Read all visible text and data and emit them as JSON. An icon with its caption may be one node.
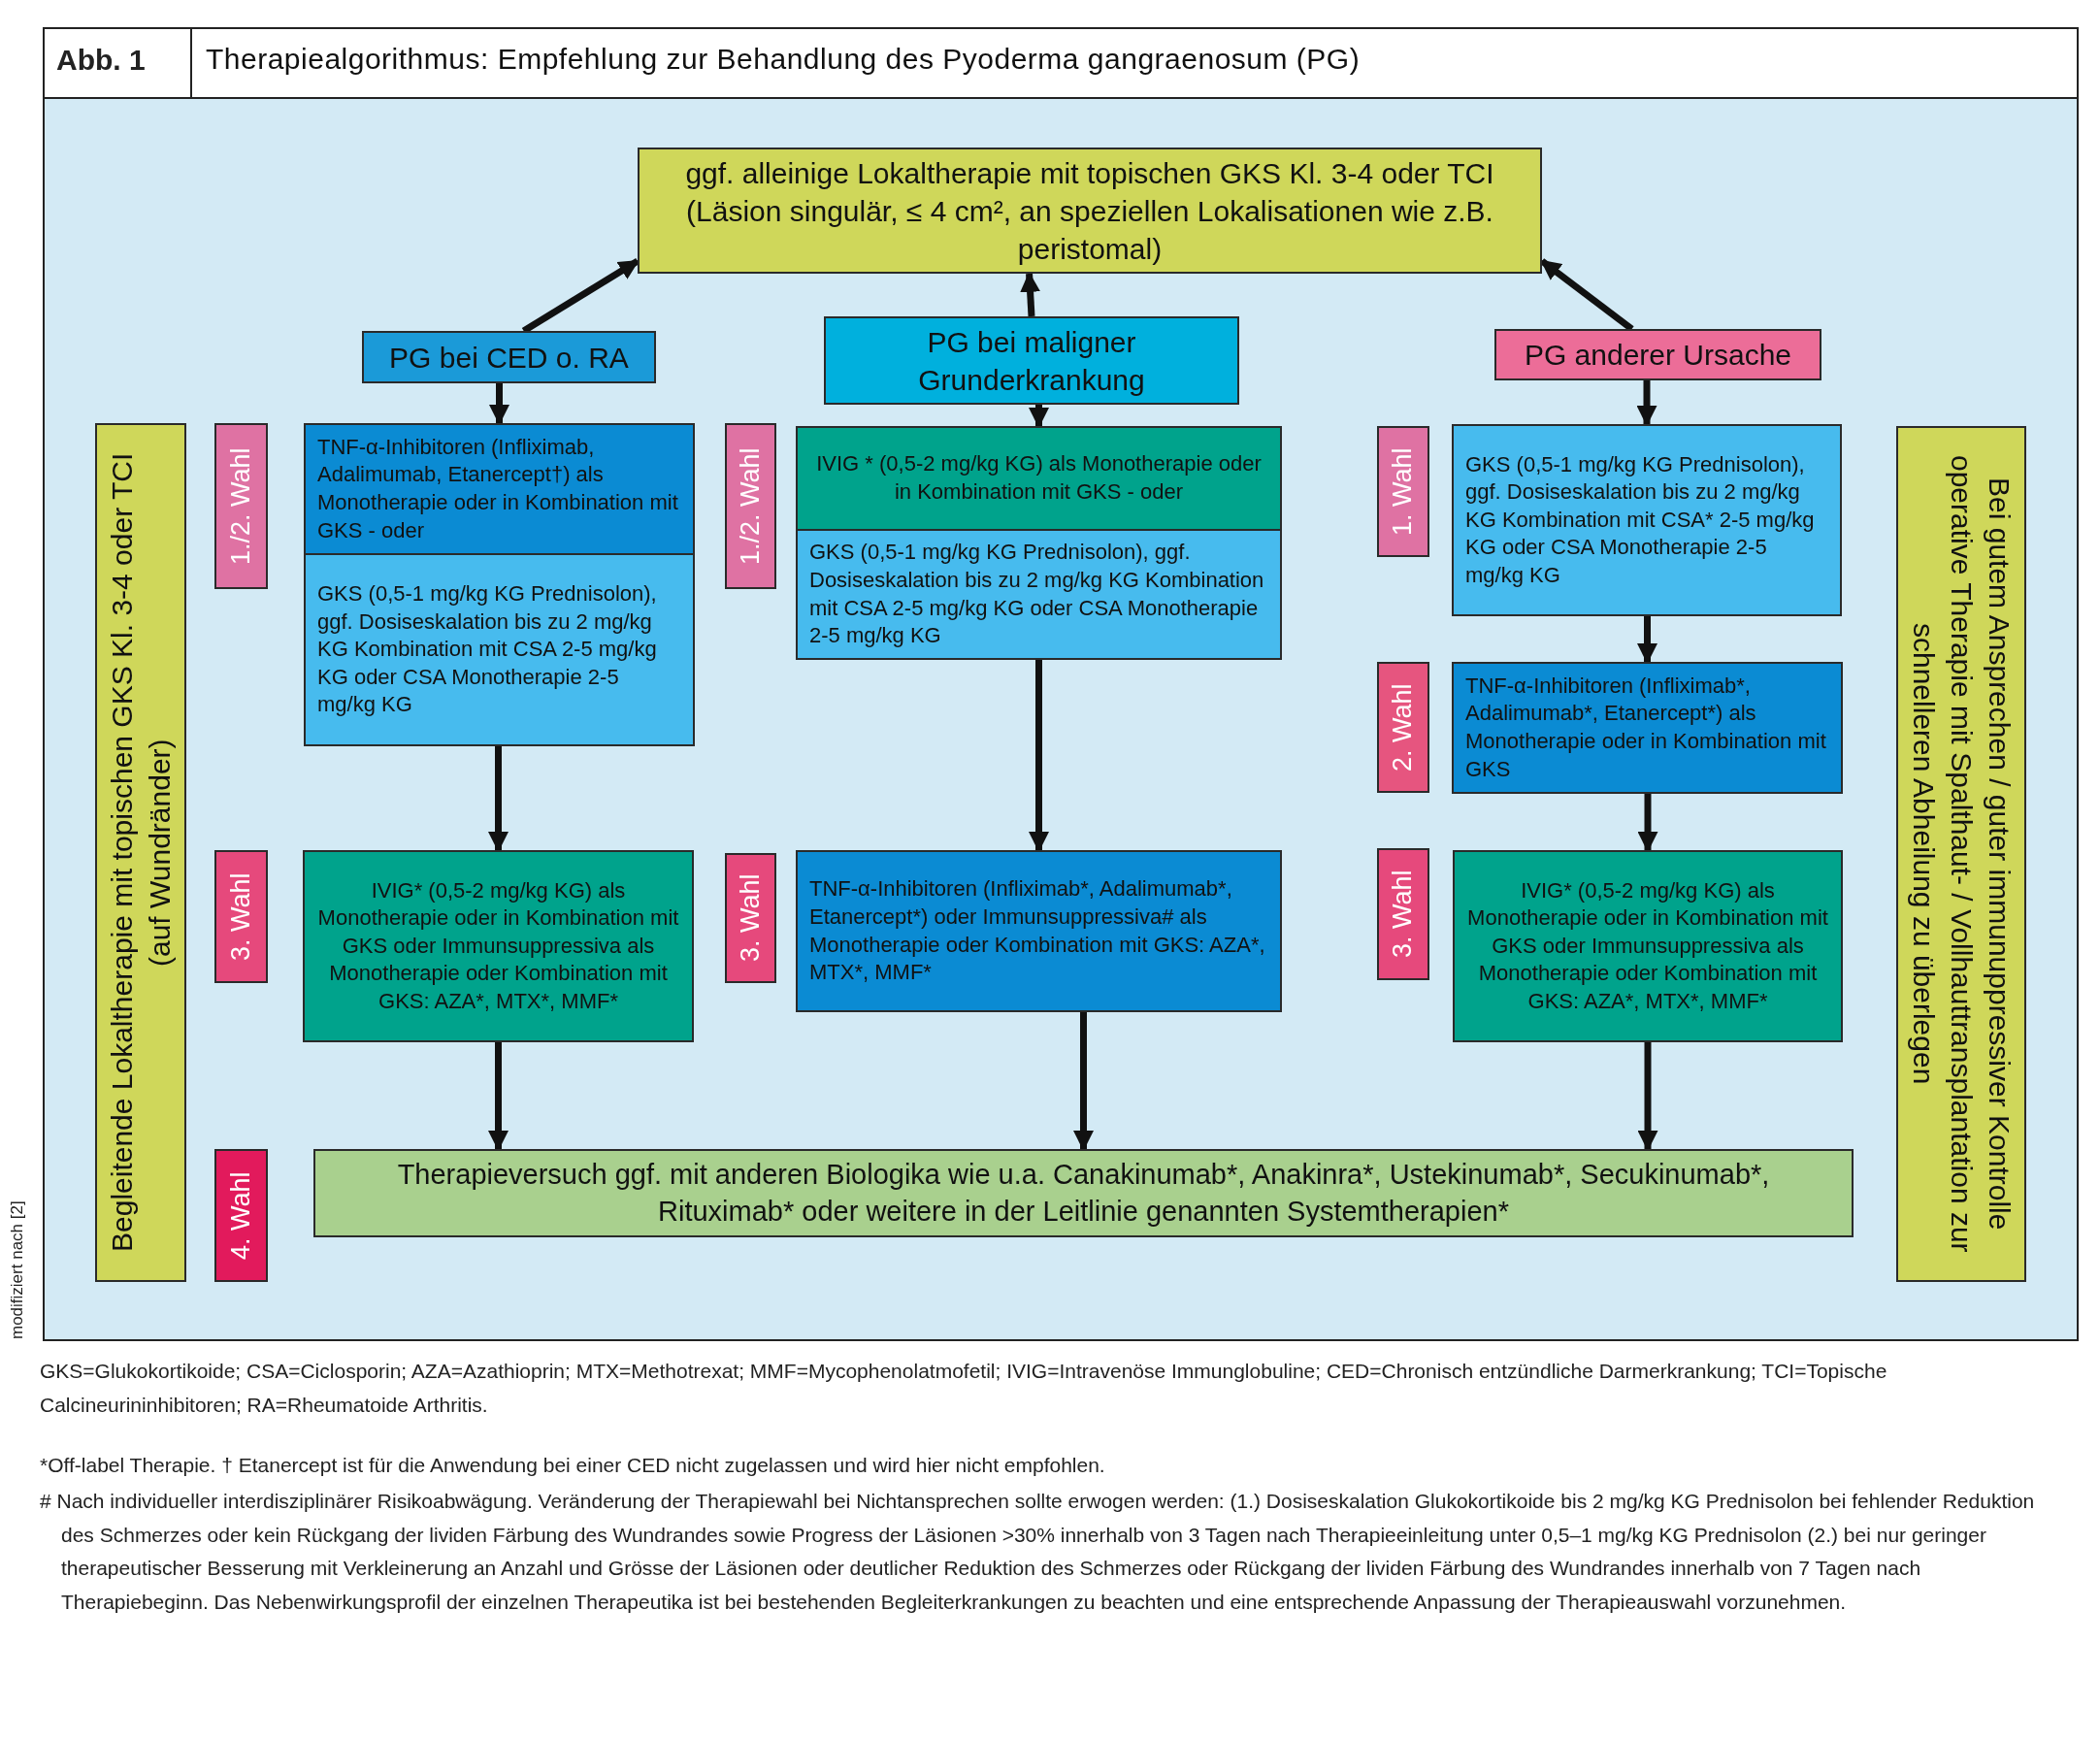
{
  "diagram": {
    "title": "Therapiealgorithmus: Empfehlung zur Behandlung des Pyoderma gangraenosum (PG)",
    "nodes": [
      {
        "text": [
          "ggf. alleinige Lokaltherapie mit topischen GKS Kl. 3-4 oder TCI (Läsion singulär, ≤ 4 cm², an speziellen Lokalisationen wie z.B. peristomal)"
        ]
      },
      {
        "text": [
          "PG bei CED o. RA"
        ]
      },
      {
        "text": [
          "PG bei maligner Grunderkrankung"
        ]
      },
      {
        "text": [
          "PG anderer Ursache"
        ]
      },
      {
        "text": [
          "Begleitende Lokaltherapie mit topischen GKS Kl. 3-4 oder TCI (auf Wundränder)"
        ]
      },
      {
        "text": [
          "1./2. Wahl"
        ]
      },
      {
        "text": [
          "TNF-α-Inhibitoren (Infliximab, Adalimumab, Etanercept†) als Monotherapie oder in Kombination mit GKS - oder"
        ]
      },
      {
        "text": [
          "GKS (0,5-1 mg/kg KG Prednisolon), ggf. Dosiseskalation bis zu 2 mg/kg KG Kombination mit CSA 2-5 mg/kg KG oder CSA Monotherapie 2-5 mg/kg KG"
        ]
      },
      {
        "text": [
          "1./2. Wahl"
        ]
      },
      {
        "text": [
          "IVIG * (0,5-2 mg/kg KG) als Monotherapie oder in Kombination mit GKS - oder"
        ]
      },
      {
        "text": [
          "GKS (0,5-1 mg/kg KG Prednisolon), ggf. Dosiseskalation bis zu 2 mg/kg KG Kombination mit CSA 2-5 mg/kg KG oder CSA Monotherapie 2-5 mg/kg KG"
        ]
      },
      {
        "text": [
          "1. Wahl"
        ]
      },
      {
        "text": [
          "GKS (0,5-1 mg/kg KG Prednisolon), ggf. Dosiseskalation bis zu 2 mg/kg KG Kombination mit CSA* 2-5 mg/kg KG oder CSA Monotherapie 2-5 mg/kg KG"
        ]
      },
      {
        "text": [
          "Bei gutem Ansprechen / guter immunuppressiver Kontrolle operative Therapie mit Spalthaut- / Vollhauttransplantation zur schnelleren Abheilung zu überlegen"
        ]
      },
      {
        "text": [
          "2. Wahl"
        ]
      },
      {
        "text": [
          "TNF-α-Inhibitoren (Infliximab*, Adalimumab*, Etanercept*) als Monotherapie oder in Kombination mit GKS"
        ]
      },
      {
        "text": [
          "3. Wahl"
        ]
      },
      {
        "text": [
          "IVIG* (0,5-2 mg/kg KG) als Monotherapie oder in Kombination mit GKS oder Immunsuppressiva als Monotherapie oder Kombination mit GKS: AZA*, MTX*, MMF*"
        ]
      },
      {
        "text": [
          "3. Wahl"
        ]
      },
      {
        "text": [
          "TNF-α-Inhibitoren (Infliximab*, Adalimumab*, Etanercept*) oder Immunsuppressiva# als Monotherapie oder Kombination mit GKS: AZA*, MTX*, MMF*"
        ]
      },
      {
        "text": [
          "3. Wahl"
        ]
      },
      {
        "text": [
          "IVIG* (0,5-2 mg/kg KG) als Monotherapie oder in Kombination mit GKS oder Immunsuppressiva als Monotherapie oder Kombination mit GKS: AZA*, MTX*, MMF*"
        ]
      },
      {
        "text": [
          "4. Wahl"
        ]
      },
      {
        "text": [
          "Therapieversuch ggf. mit anderen Biologika wie u.a. Canakinumab*, Anakinra*, Ustekinumab*, Secukinumab*, Rituximab* oder weitere in der Leitlinie genannten Systemtherapien*"
        ]
      }
    ],
    "edges": [
      {
        "from": 1,
        "to": 0,
        "arrow": "to"
      },
      {
        "from": 2,
        "to": 0,
        "arrow": "to"
      },
      {
        "from": 3,
        "to": 0,
        "arrow": "to"
      },
      {
        "from": 1,
        "to": 6,
        "arrow": "to"
      },
      {
        "from": 2,
        "to": 9,
        "arrow": "to"
      },
      {
        "from": 3,
        "to": 12,
        "arrow": "to"
      },
      {
        "from": 7,
        "to": 17,
        "arrow": "to"
      },
      {
        "from": 10,
        "to": 19,
        "arrow": "to"
      },
      {
        "from": 12,
        "to": 15,
        "arrow": "to"
      },
      {
        "from": 15,
        "to": 21,
        "arrow": "to"
      },
      {
        "from": 17,
        "to": 23,
        "arrow": "to"
      },
      {
        "from": 19,
        "to": 23,
        "arrow": "to"
      },
      {
        "from": 21,
        "to": 23,
        "arrow": "to"
      }
    ],
    "labels": [
      "Abb. 1",
      "modifiziert nach [2]",
      "GKS=Glukokortikoide; CSA=Ciclosporin; AZA=Azathioprin; MTX=Methotrexat; MMF=Mycophenolatmofetil; IVIG=Intravenöse Immunglobuline; CED=Chronisch entzündliche Darmerkrankung; TCI=Topische Calcineurininhibitoren; RA=Rheumatoide Arthritis.",
      "*Off-label Therapie. † Etanercept ist für die Anwendung bei einer CED nicht zugelassen und wird hier nicht empfohlen.",
      "# Nach individueller interdisziplinärer Risikoabwägung. Veränderung der Therapiewahl bei Nichtansprechen sollte erwogen werden: (1.) Dosiseskalation Glukokortikoide bis 2 mg/kg KG Prednisolon bei fehlender Reduktion des Schmerzes oder kein Rückgang der lividen Färbung des Wundrandes sowie Progress der Läsionen >30% innerhalb von 3 Tagen nach Therapieeinleitung unter 0,5–1 mg/kg KG Prednisolon (2.) bei nur geringer therapeutischer Besserung mit Verkleinerung an Anzahl und Grösse der Läsionen oder deutlicher Reduktion des Schmerzes oder Rückgang der lividen Färbung des Wundrandes innerhalb von 7 Tagen nach Therapiebeginn. Das Nebenwirkungsprofil der einzelnen Therapeutika ist bei bestehenden Begleiterkrankungen zu beachten und eine entsprechende Anpassung der Therapieauswahl vorzunehmen."
    ]
  }
}
